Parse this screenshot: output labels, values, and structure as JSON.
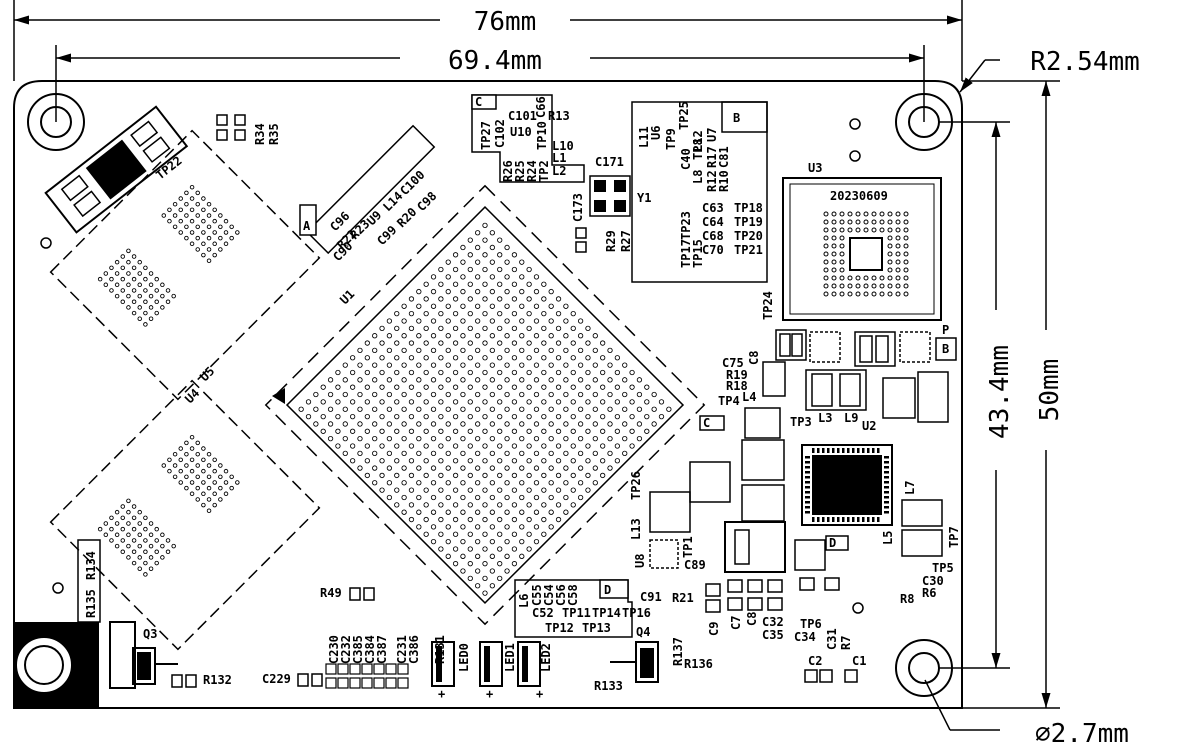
{
  "dimensions": {
    "board_width": "76mm",
    "hole_span_x": "69.4mm",
    "corner_radius": "R2.54mm",
    "hole_span_y": "43.4mm",
    "board_height": "50mm",
    "hole_diameter": "∅2.7mm"
  },
  "date_code": "20230609",
  "markers": {
    "A": "A",
    "B": "B",
    "C": "C",
    "D": "D",
    "P": "P"
  },
  "labels": {
    "tp22": "TP22",
    "r34": "R34",
    "r35": "R35",
    "c_block_top": [
      "C101",
      "C66",
      "R13",
      "TP27",
      "C102",
      "U10",
      "TP10",
      "L10",
      "R26",
      "R25",
      "R24",
      "TP2",
      "L1",
      "L2"
    ],
    "c171": "C171",
    "c173": "C173",
    "y1": "Y1",
    "r29": "R29",
    "r27": "R27",
    "b_block": [
      "L11",
      "U6",
      "TP9",
      "TP25",
      "C40",
      "L12",
      "U7",
      "L8",
      "TP8",
      "R12",
      "R17",
      "R10",
      "C81",
      "C63",
      "TP18",
      "C64",
      "TP19",
      "C68",
      "TP20",
      "C70",
      "TP21",
      "TP23",
      "TP17",
      "TP15"
    ],
    "u3": "U3",
    "a_block": [
      "C96",
      "R23",
      "U9",
      "L14",
      "C100",
      "R22",
      "C90",
      "C99",
      "R20",
      "C98"
    ],
    "u1": "U1",
    "u5": "U5",
    "u4": "U4",
    "tp24": "TP24",
    "c75": "C75",
    "c8": "C8",
    "r19": "R19",
    "r18": "R18",
    "l4": "L4",
    "tp4": "TP4",
    "tp3": "TP3",
    "l3": "L3",
    "l9": "L9",
    "u2": "U2",
    "l7": "L7",
    "l5": "L5",
    "tp7": "TP7",
    "tp5": "TP5",
    "c30": "C30",
    "r8": "R8",
    "r6": "R6",
    "l13": "L13",
    "tp26": "TP26",
    "u8": "U8",
    "tp1": "TP1",
    "c89": "C89",
    "c91": "C91",
    "r21": "R21",
    "d_block": [
      "L6",
      "C55",
      "C54",
      "C56",
      "C58",
      "C52",
      "TP11",
      "TP14",
      "TP16",
      "TP12",
      "TP13"
    ],
    "c9": "C9",
    "c7": "C7",
    "c8b": "C8",
    "c32": "C32",
    "c35": "C35",
    "tp6": "TP6",
    "c34": "C34",
    "c31": "C31",
    "r7": "R7",
    "c2": "C2",
    "c1": "C1",
    "q4": "Q4",
    "r137": "R137",
    "r133": "R133",
    "r136": "R136",
    "r134": "R134",
    "r135": "R135",
    "q3": "Q3",
    "r132": "R132",
    "r49": "R49",
    "c229": "C229",
    "cap_row": [
      "C230",
      "C232",
      "C385",
      "C384",
      "C387",
      "C231",
      "C386",
      "R131"
    ],
    "led0": "LED0",
    "led1": "LED1",
    "led2": "LED2",
    "plus": "+"
  }
}
